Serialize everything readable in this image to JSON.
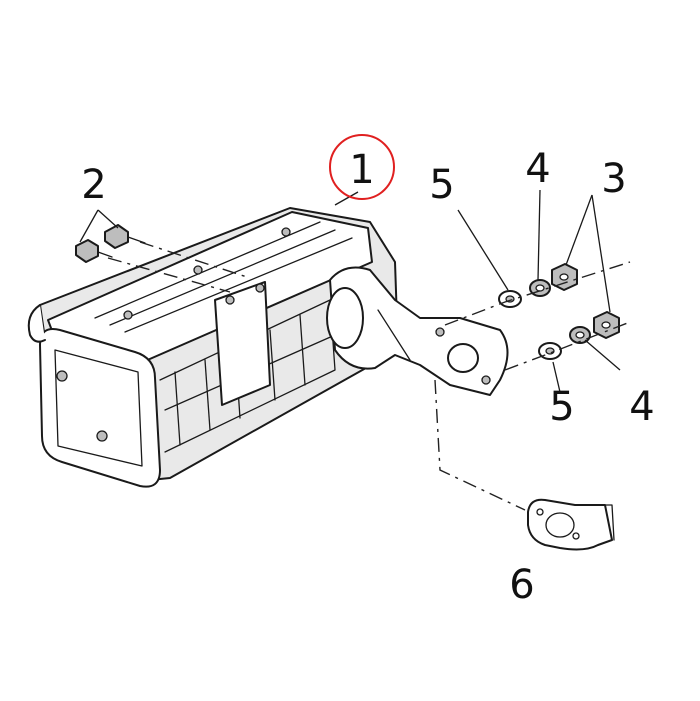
{
  "diagram": {
    "callouts": [
      {
        "id": "c1",
        "label": "1",
        "highlighted": true
      },
      {
        "id": "c2",
        "label": "2"
      },
      {
        "id": "c3",
        "label": "3"
      },
      {
        "id": "c4a",
        "label": "4"
      },
      {
        "id": "c4b",
        "label": "4"
      },
      {
        "id": "c5a",
        "label": "5"
      },
      {
        "id": "c5b",
        "label": "5"
      },
      {
        "id": "c6",
        "label": "6"
      }
    ],
    "colors": {
      "line": "#1a1a1a",
      "highlight_circle": "#e02020",
      "background": "#ffffff"
    }
  }
}
